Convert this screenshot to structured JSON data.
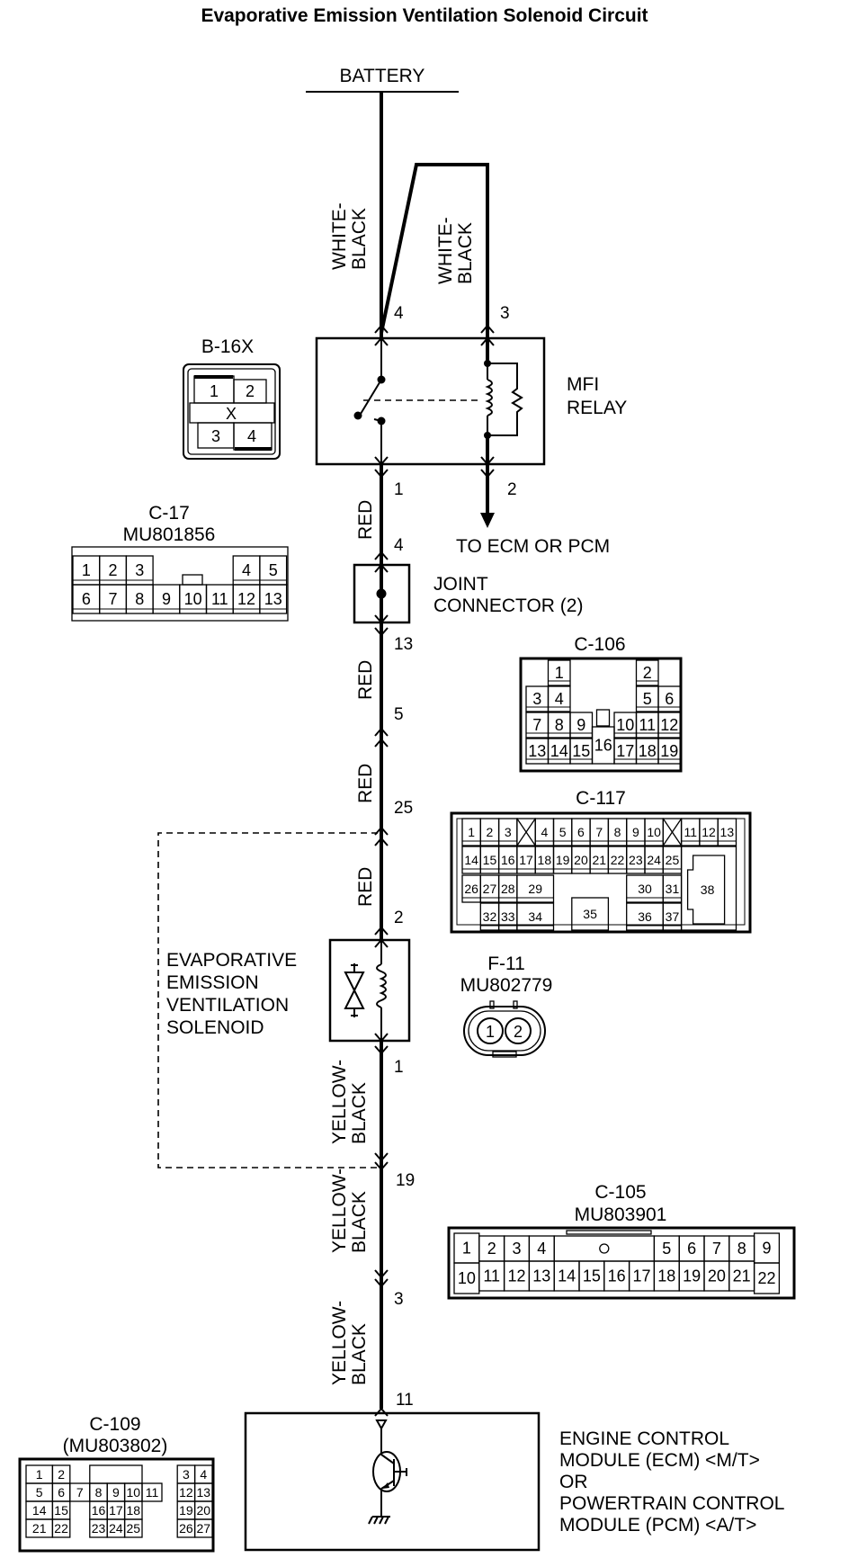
{
  "title": "Evaporative Emission Ventilation Solenoid Circuit",
  "power_source": "BATTERY",
  "wires": {
    "battery_to_relay_4": "WHITE-\nBLACK",
    "battery_to_relay_3": "WHITE-\nBLACK",
    "relay1_to_joint": "RED",
    "joint_to_c106": "RED",
    "c106_to_c117": "RED",
    "c117_to_solenoid": "RED",
    "solenoid_to_c117": "YELLOW-\nBLACK",
    "c117_to_c105": "YELLOW-\nBLACK",
    "c105_to_ecm": "YELLOW-\nBLACK"
  },
  "pins": {
    "relay_4": "4",
    "relay_3": "3",
    "relay_1": "1",
    "relay_2": "2",
    "joint_in": "4",
    "joint_out": "13",
    "c106": "5",
    "c117_in": "25",
    "solenoid_in": "2",
    "solenoid_out": "1",
    "c117_out": "19",
    "c105": "3",
    "ecm": "11"
  },
  "components": {
    "relay": [
      "MFI",
      "RELAY"
    ],
    "relay_output": "TO ECM OR PCM",
    "joint": [
      "JOINT",
      "CONNECTOR (2)"
    ],
    "solenoid": [
      "EVAPORATIVE",
      "EMISSION",
      "VENTILATION",
      "SOLENOID"
    ],
    "ecm": [
      "ENGINE CONTROL",
      "MODULE (ECM) <M/T>",
      "OR",
      "POWERTRAIN CONTROL",
      "MODULE (PCM) <A/T>"
    ]
  },
  "connectors": {
    "b16x": {
      "name": "B-16X",
      "pins": [
        "1",
        "2",
        "3",
        "4"
      ]
    },
    "c17": {
      "name": "C-17",
      "part": "MU801856",
      "row1": [
        "1",
        "2",
        "3",
        "4",
        "5"
      ],
      "row2": [
        "6",
        "7",
        "8",
        "9",
        "10",
        "11",
        "12",
        "13"
      ]
    },
    "c106": {
      "name": "C-106",
      "pins": [
        "1",
        "2",
        "3",
        "4",
        "5",
        "6",
        "7",
        "8",
        "9",
        "10",
        "11",
        "12",
        "13",
        "14",
        "15",
        "16",
        "17",
        "18",
        "19"
      ]
    },
    "c117": {
      "name": "C-117",
      "pins": [
        "1",
        "2",
        "3",
        "4",
        "5",
        "6",
        "7",
        "8",
        "9",
        "10",
        "11",
        "12",
        "13",
        "14",
        "15",
        "16",
        "17",
        "18",
        "19",
        "20",
        "21",
        "22",
        "23",
        "24",
        "25",
        "26",
        "27",
        "28",
        "29",
        "30",
        "31",
        "32",
        "33",
        "34",
        "35",
        "36",
        "37",
        "38"
      ]
    },
    "f11": {
      "name": "F-11",
      "part": "MU802779",
      "pins": [
        "1",
        "2"
      ]
    },
    "c105": {
      "name": "C-105",
      "part": "MU803901",
      "row1": [
        "1",
        "2",
        "3",
        "4",
        "5",
        "6",
        "7",
        "8",
        "9"
      ],
      "row2": [
        "10",
        "11",
        "12",
        "13",
        "14",
        "15",
        "16",
        "17",
        "18",
        "19",
        "20",
        "21",
        "22"
      ]
    },
    "c109": {
      "name": "C-109",
      "part": "(MU803802)",
      "pins": [
        "1",
        "2",
        "3",
        "4",
        "5",
        "6",
        "7",
        "8",
        "9",
        "10",
        "11",
        "12",
        "13",
        "14",
        "15",
        "16",
        "17",
        "18",
        "19",
        "20",
        "21",
        "22",
        "23",
        "24",
        "25",
        "26",
        "27"
      ]
    }
  }
}
